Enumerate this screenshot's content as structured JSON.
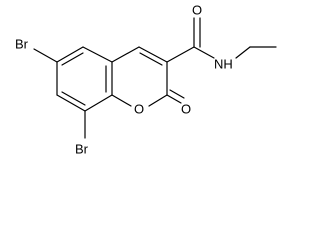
{
  "molecule": {
    "atoms": {
      "br_top": "Br",
      "br_bottom": "Br",
      "ring_oxygen": "O",
      "carbonyl_oxygen_lactone": "O",
      "carbonyl_oxygen_amide": "O",
      "amide_nitrogen": "NH"
    }
  },
  "colors": {
    "bond": "#000000",
    "text": "#000000",
    "background": "#ffffff"
  }
}
